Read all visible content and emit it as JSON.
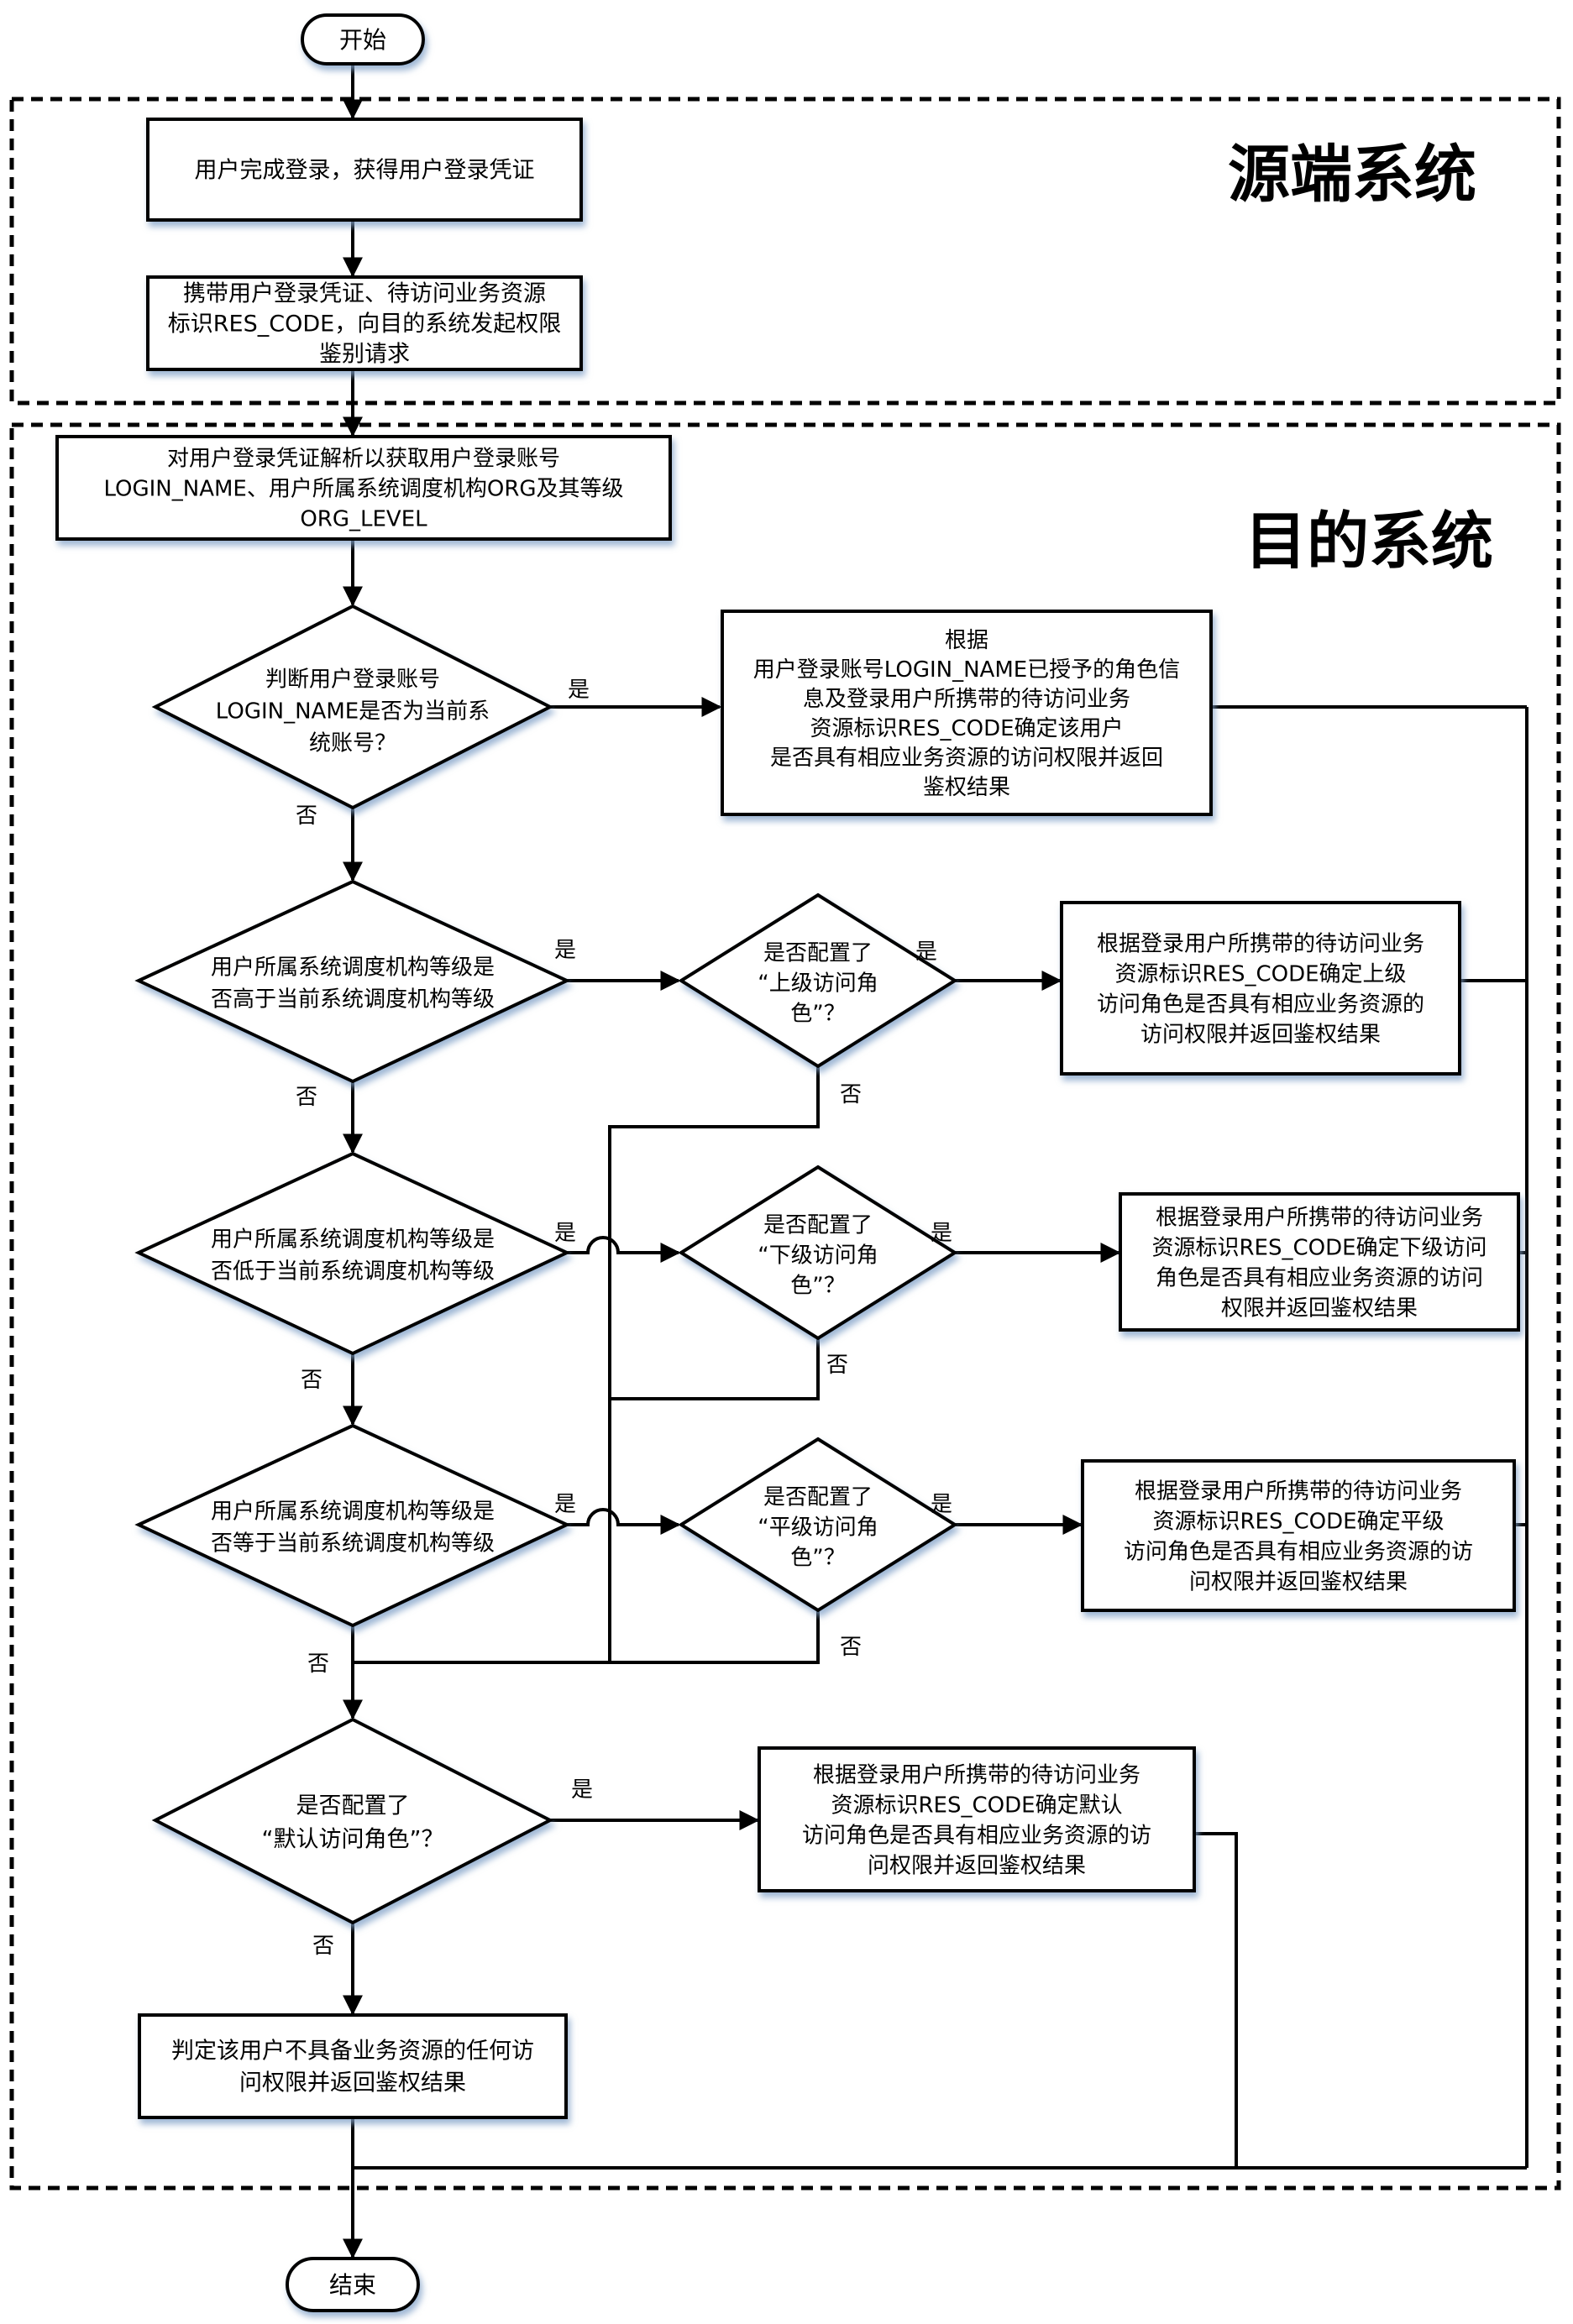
{
  "regions": {
    "source": "源端系统",
    "target": "目的系统"
  },
  "nodes": {
    "start": "开始",
    "end": "结束",
    "login": [
      "用户完成登录，获得用户登录凭证"
    ],
    "request": [
      "携带用户登录凭证、待访问业务资源",
      "标识RES_CODE，向目的系统发起权限",
      "鉴别请求"
    ],
    "parse": [
      "对用户登录凭证解析以获取用户登录账号",
      "LOGIN_NAME、用户所属系统调度机构ORG及其等级",
      "ORG_LEVEL"
    ],
    "d_current": [
      "判断用户登录账号",
      "LOGIN_NAME是否为当前系",
      "统账号？"
    ],
    "r_current": [
      "根据",
      "用户登录账号LOGIN_NAME已授予的角色信",
      "息及登录用户所携带的待访问业务",
      "资源标识RES_CODE确定该用户",
      "是否具有相应业务资源的访问权限并返回",
      "鉴权结果"
    ],
    "d_higher": [
      "用户所属系统调度机构等级是",
      "否高于当前系统调度机构等级"
    ],
    "d_upper_role": [
      "是否配置了",
      "“上级访问角",
      "色”？"
    ],
    "r_upper": [
      "根据登录用户所携带的待访问业务",
      "资源标识RES_CODE确定上级",
      "访问角色是否具有相应业务资源的",
      "访问权限并返回鉴权结果"
    ],
    "d_lower": [
      "用户所属系统调度机构等级是",
      "否低于当前系统调度机构等级"
    ],
    "d_lower_role": [
      "是否配置了",
      "“下级访问角",
      "色”？"
    ],
    "r_lower": [
      "根据登录用户所携带的待访问业务",
      "资源标识RES_CODE确定下级访问",
      "角色是否具有相应业务资源的访问",
      "权限并返回鉴权结果"
    ],
    "d_equal": [
      "用户所属系统调度机构等级是",
      "否等于当前系统调度机构等级"
    ],
    "d_peer_role": [
      "是否配置了",
      "“平级访问角",
      "色”？"
    ],
    "r_peer": [
      "根据登录用户所携带的待访问业务",
      "资源标识RES_CODE确定平级",
      "访问角色是否具有相应业务资源的访",
      "问权限并返回鉴权结果"
    ],
    "d_default": [
      "是否配置了",
      "“默认访问角色”？"
    ],
    "r_default": [
      "根据登录用户所携带的待访问业务",
      "资源标识RES_CODE确定默认",
      "访问角色是否具有相应业务资源的访",
      "问权限并返回鉴权结果"
    ],
    "deny": [
      "判定该用户不具备业务资源的任何访",
      "问权限并返回鉴权结果"
    ]
  },
  "edge_labels": {
    "yes": "是",
    "no": "否"
  }
}
